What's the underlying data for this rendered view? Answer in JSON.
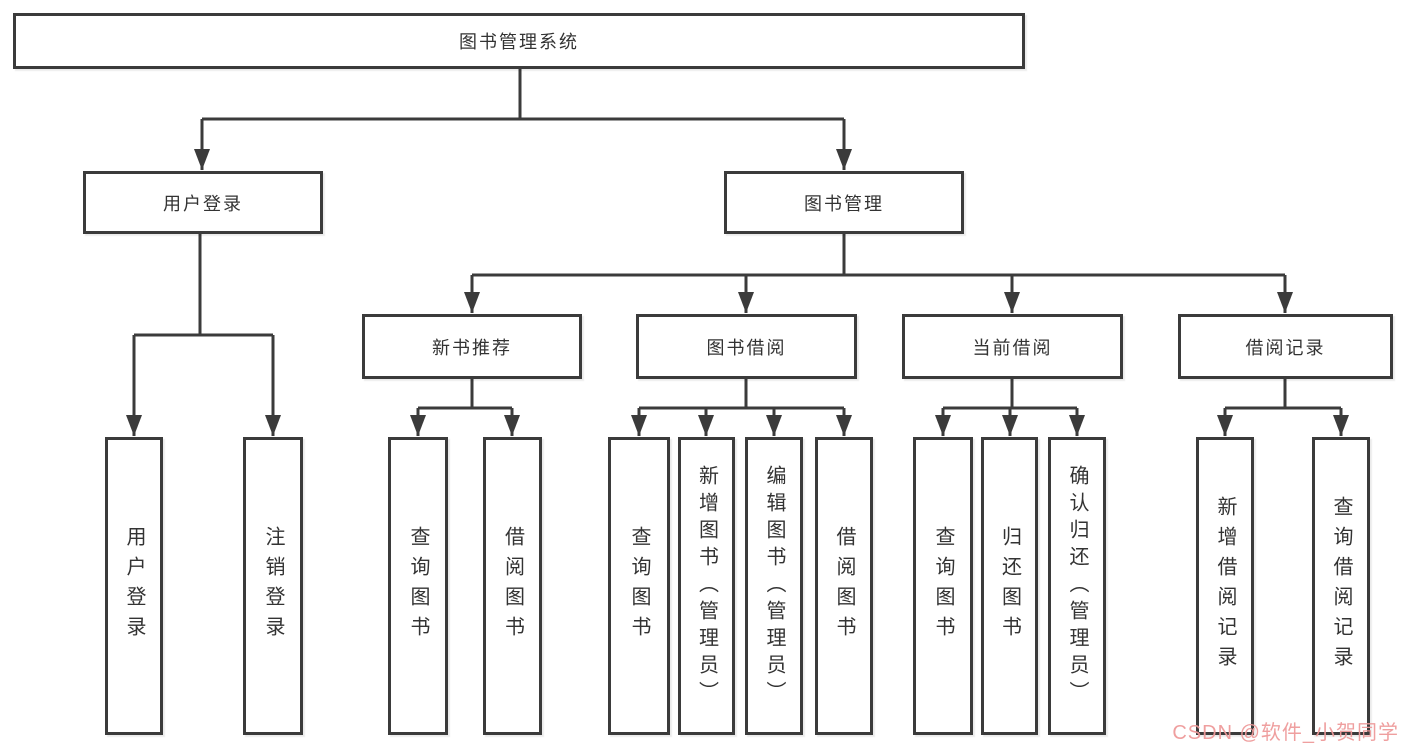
{
  "diagram": {
    "title": "图书管理系统",
    "root": {
      "label": "图书管理系统"
    },
    "level2": [
      {
        "label": "用户登录"
      },
      {
        "label": "图书管理"
      }
    ],
    "level3": [
      {
        "label": "新书推荐",
        "parent": "图书管理"
      },
      {
        "label": "图书借阅",
        "parent": "图书管理"
      },
      {
        "label": "当前借阅",
        "parent": "图书管理"
      },
      {
        "label": "借阅记录",
        "parent": "图书管理"
      }
    ],
    "leaves": [
      {
        "label": "用户登录",
        "parent": "用户登录"
      },
      {
        "label": "注销登录",
        "parent": "用户登录"
      },
      {
        "label": "查询图书",
        "parent": "新书推荐"
      },
      {
        "label": "借阅图书",
        "parent": "新书推荐"
      },
      {
        "label": "查询图书",
        "parent": "图书借阅"
      },
      {
        "label": "新增图书（管理员）",
        "parent": "图书借阅"
      },
      {
        "label": "编辑图书（管理员）",
        "parent": "图书借阅"
      },
      {
        "label": "借阅图书",
        "parent": "图书借阅"
      },
      {
        "label": "查询图书",
        "parent": "当前借阅"
      },
      {
        "label": "归还图书",
        "parent": "当前借阅"
      },
      {
        "label": "确认归还（管理员）",
        "parent": "当前借阅"
      },
      {
        "label": "新增借阅记录",
        "parent": "借阅记录"
      },
      {
        "label": "查询借阅记录",
        "parent": "借阅记录"
      }
    ],
    "colors": {
      "line": "#3b3b3b",
      "text": "#333333",
      "background": "#ffffff",
      "watermark_pink": "#ee9a9a"
    }
  },
  "watermark": {
    "text": "CSDN @软件_小贺同学"
  }
}
